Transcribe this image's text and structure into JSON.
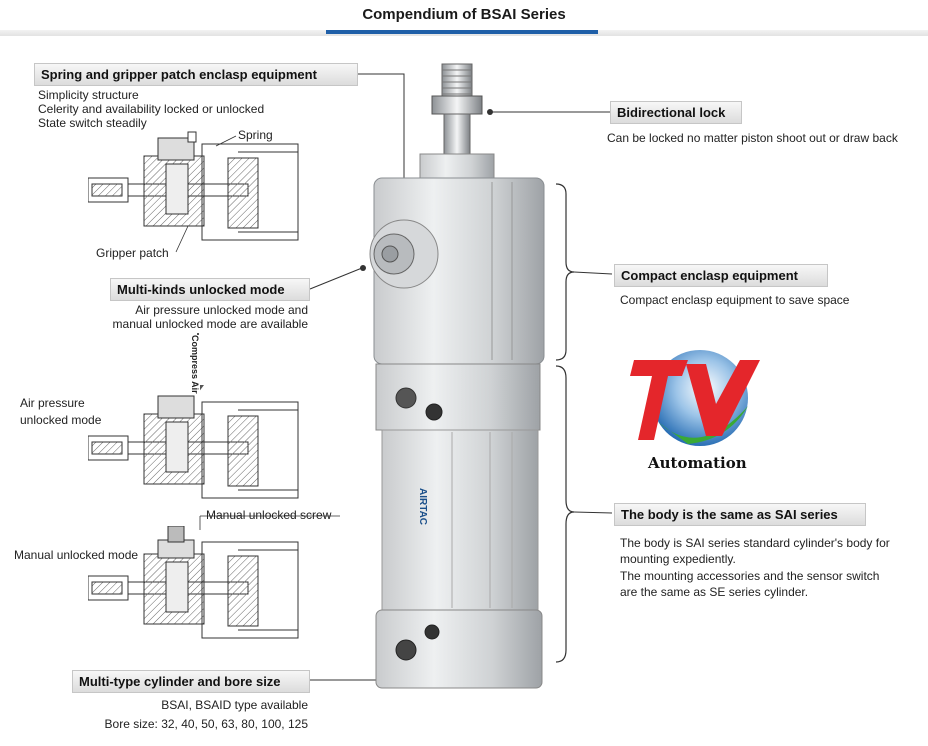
{
  "header": {
    "title": "Compendium of BSAI Series"
  },
  "left": {
    "spring_gripper": {
      "title": "Spring and gripper patch enclasp equipment",
      "lines": [
        "Simplicity structure",
        "Celerity and availability locked or unlocked",
        "State switch steadily"
      ],
      "spring_label": "Spring",
      "gripper_label": "Gripper patch"
    },
    "multi_kinds": {
      "title": "Multi-kinds unlocked mode",
      "lines": [
        "Air pressure unlocked mode and",
        "manual unlocked mode are available"
      ],
      "compress_air": "Compress Air"
    },
    "air_pressure_mode": [
      "Air pressure",
      "unlocked mode"
    ],
    "manual_screw": "Manual unlocked screw",
    "manual_mode": "Manual unlocked mode",
    "multi_type": {
      "title": "Multi-type cylinder and bore size",
      "lines": [
        "BSAI, BSAID type available",
        "Bore size: 32, 40, 50, 63, 80, 100, 125"
      ]
    }
  },
  "right": {
    "bidirectional": {
      "title": "Bidirectional lock",
      "desc": "Can be locked no matter piston shoot out or draw back"
    },
    "compact": {
      "title": "Compact enclasp equipment",
      "desc": "Compact enclasp equipment to save space"
    },
    "body_same": {
      "title": "The body is the same as SAI series",
      "lines": [
        "The body is SAI series standard cylinder's body for",
        "mounting expediently.",
        "The mounting accessories and the sensor switch",
        "are the same as SE series cylinder."
      ]
    }
  },
  "cylinder": {
    "brand": "AIRTAC"
  },
  "logo": {
    "text": "Automation",
    "colors": {
      "red": "#e4262b",
      "green": "#3aa935",
      "blue": "#2a6fb5"
    }
  }
}
